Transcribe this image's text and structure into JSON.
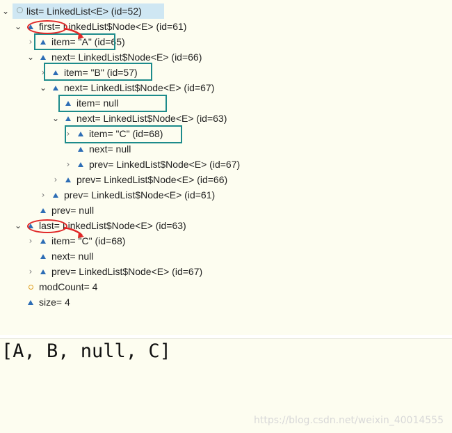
{
  "tree": {
    "rows": [
      {
        "text": "list= LinkedList<E>  (id=52)"
      },
      {
        "text": "first= LinkedList$Node<E>  (id=61)"
      },
      {
        "text": "item= \"A\" (id=65)"
      },
      {
        "text": "next= LinkedList$Node<E>  (id=66)"
      },
      {
        "text": "item= \"B\" (id=57)"
      },
      {
        "text": "next= LinkedList$Node<E>  (id=67)"
      },
      {
        "text": "item= null"
      },
      {
        "text": "next= LinkedList$Node<E>  (id=63)"
      },
      {
        "text": "item= \"C\" (id=68)"
      },
      {
        "text": "next= null"
      },
      {
        "text": "prev= LinkedList$Node<E>  (id=67)"
      },
      {
        "text": "prev= LinkedList$Node<E>  (id=66)"
      },
      {
        "text": "prev= LinkedList$Node<E>  (id=61)"
      },
      {
        "text": "prev= null"
      },
      {
        "text": "last= LinkedList$Node<E>  (id=63)"
      },
      {
        "text": "item= \"C\" (id=68)"
      },
      {
        "text": "next= null"
      },
      {
        "text": "prev= LinkedList$Node<E>  (id=67)"
      },
      {
        "text": "modCount= 4"
      },
      {
        "text": "size= 4"
      }
    ]
  },
  "console": {
    "output": "[A, B, null, C]"
  },
  "watermark": "https://blog.csdn.net/weixin_40014555",
  "colors": {
    "annotation_box": "#1d8b8b",
    "annotation_oval": "#e02828",
    "field_icon": "#2d6db5",
    "panel_bg": "#fdfdf0",
    "selection_bg": "#cfe7f3"
  }
}
